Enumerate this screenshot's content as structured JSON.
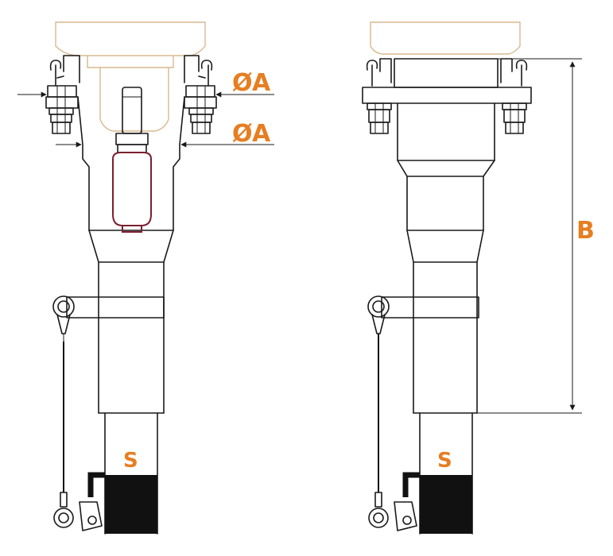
{
  "labels": {
    "diameter_upper": "ØA",
    "diameter_lower": "ØA",
    "length": "B",
    "section_left": "S",
    "section_right": "S"
  },
  "colors": {
    "outline": "#1a1a1a",
    "label": "#e67e22",
    "ghost_housing": "#d9b98f",
    "inner_component": "#7a1f2e",
    "cable_insulation": "#111111"
  }
}
